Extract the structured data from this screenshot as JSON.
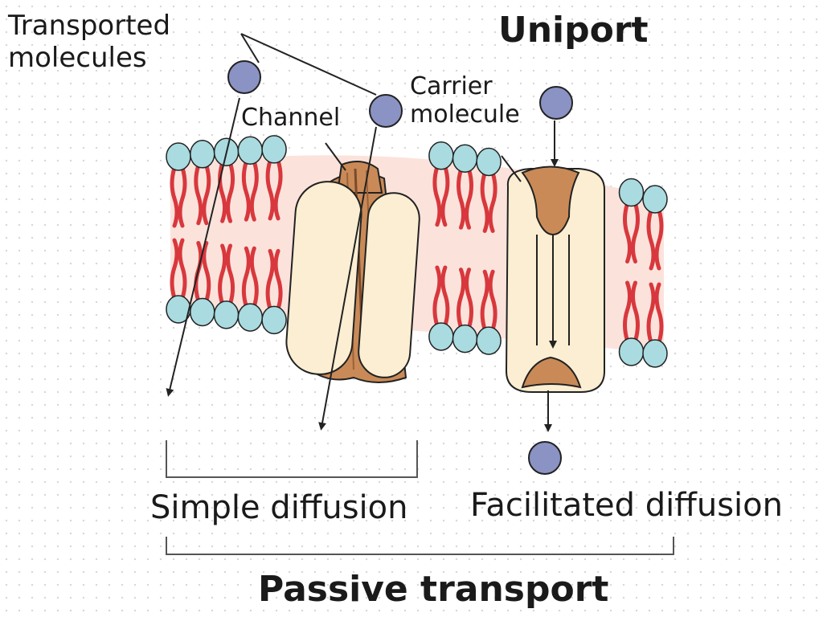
{
  "title": "Uniport",
  "labels": {
    "transported_molecules": "Transported\nmolecules",
    "channel": "Channel",
    "carrier_molecule": "Carrier\nmolecule",
    "simple_diffusion": "Simple diffusion",
    "facilitated_diffusion": "Facilitated diffusion",
    "passive_transport": "Passive transport"
  },
  "colors": {
    "lipid_head": "#a9dbe0",
    "lipid_tail": "#d8383d",
    "membrane_core": "#fbe3dc",
    "protein_light": "#fbeed2",
    "protein_dark": "#c98a57",
    "molecule": "#8a93c4",
    "line": "#222222"
  }
}
